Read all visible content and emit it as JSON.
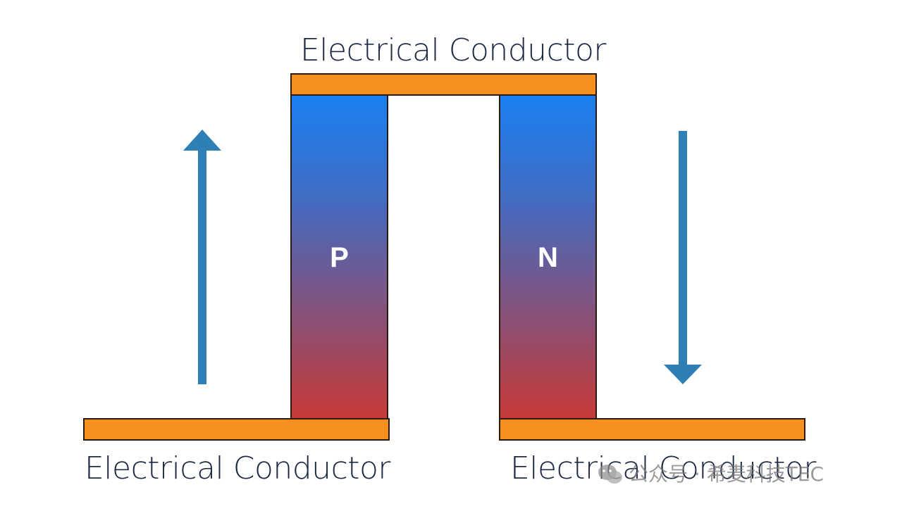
{
  "labels": {
    "top_conductor": "Electrical Conductor",
    "bottom_left_conductor": "Electrical Conductor",
    "bottom_right_conductor": "Electrical Conductor"
  },
  "legs": {
    "p": "P",
    "n": "N"
  },
  "arrows": {
    "left": "up",
    "right": "down",
    "color": "#2e7fb6"
  },
  "colors": {
    "conductor": "#f5901e",
    "leg_top": "#1a80f2",
    "leg_bottom": "#c93a38",
    "text": "#1d2a44"
  },
  "watermark": {
    "logo_icon": "wechat-icon",
    "text": "公众号 · 希麦科技TEC"
  }
}
